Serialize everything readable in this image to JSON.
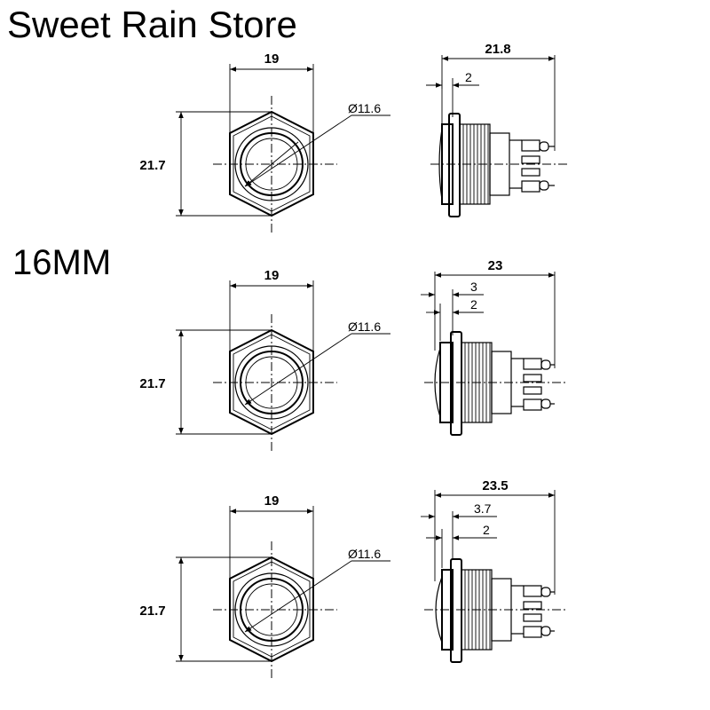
{
  "store_name": "Sweet Rain Store",
  "size_label": "16MM",
  "variants": [
    {
      "front": {
        "width": "19",
        "height": "21.7",
        "diameter": "Ø11.6"
      },
      "side": {
        "total_length": "21.8",
        "head_offsets": [
          "2"
        ]
      }
    },
    {
      "front": {
        "width": "19",
        "height": "21.7",
        "diameter": "Ø11.6"
      },
      "side": {
        "total_length": "23",
        "head_offsets": [
          "3",
          "2"
        ]
      }
    },
    {
      "front": {
        "width": "19",
        "height": "21.7",
        "diameter": "Ø11.6"
      },
      "side": {
        "total_length": "23.5",
        "head_offsets": [
          "3.7",
          "2"
        ]
      }
    }
  ]
}
